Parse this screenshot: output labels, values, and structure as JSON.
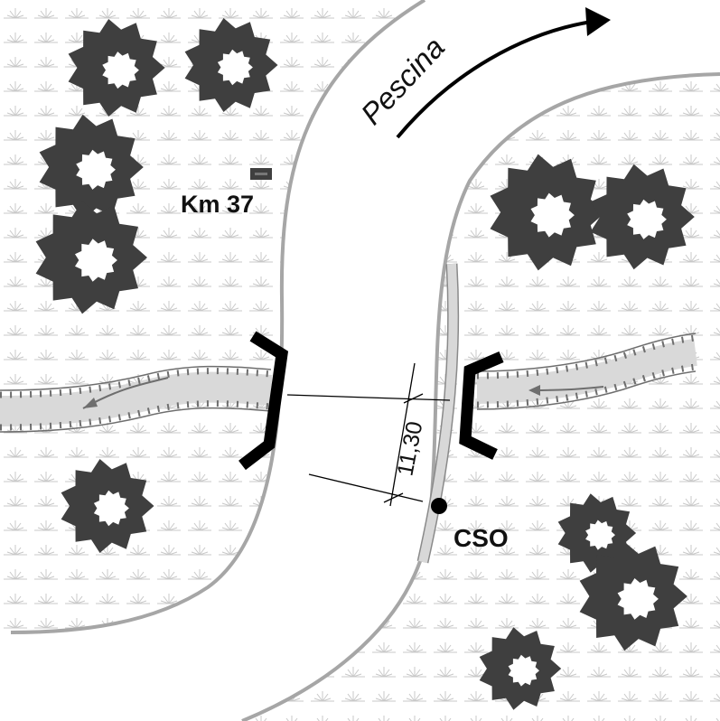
{
  "map": {
    "river_name": "Pescina",
    "km_marker": "Km 37",
    "outfall_label": "CSO",
    "dimension_label": "11,30"
  },
  "colors": {
    "background": "#ffffff",
    "bank_line": "#a6a6a6",
    "tree_fill": "#3f3f3f",
    "grass_symbol": "#c8c8c8",
    "tributary_channel": "#d9d9d9",
    "tributary_teeth": "#6e6e6e",
    "culvert_outlet": "#000000",
    "pipe": "#cfcfcf"
  }
}
